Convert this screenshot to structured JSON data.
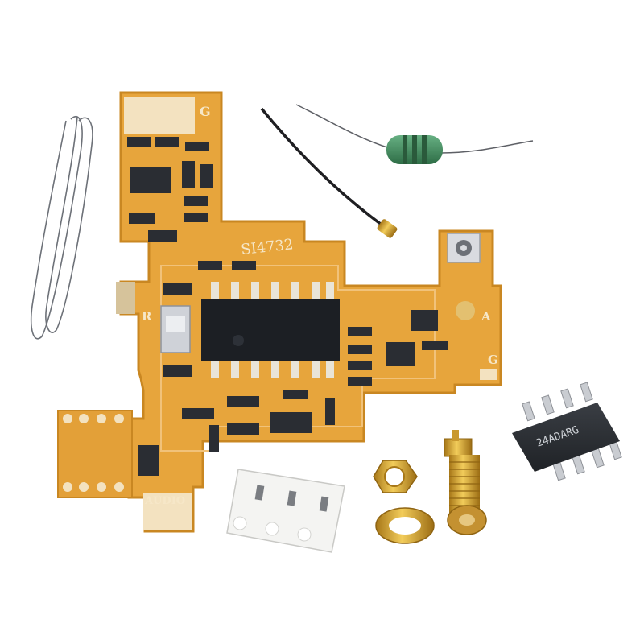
{
  "pcb": {
    "label_chip": "SI4732",
    "label_g_top": "G",
    "label_r": "R",
    "label_a": "A",
    "label_g_right": "G",
    "label_audio": "AUDIO"
  },
  "ic_marking": "24ADARG",
  "colors": {
    "board": "#e7a53c",
    "board_edge": "#c98722",
    "pad": "#f3e2c0",
    "chip": "#1c1f24",
    "brass": "#d8a93b",
    "resistor_body": "#3f8a5c"
  }
}
